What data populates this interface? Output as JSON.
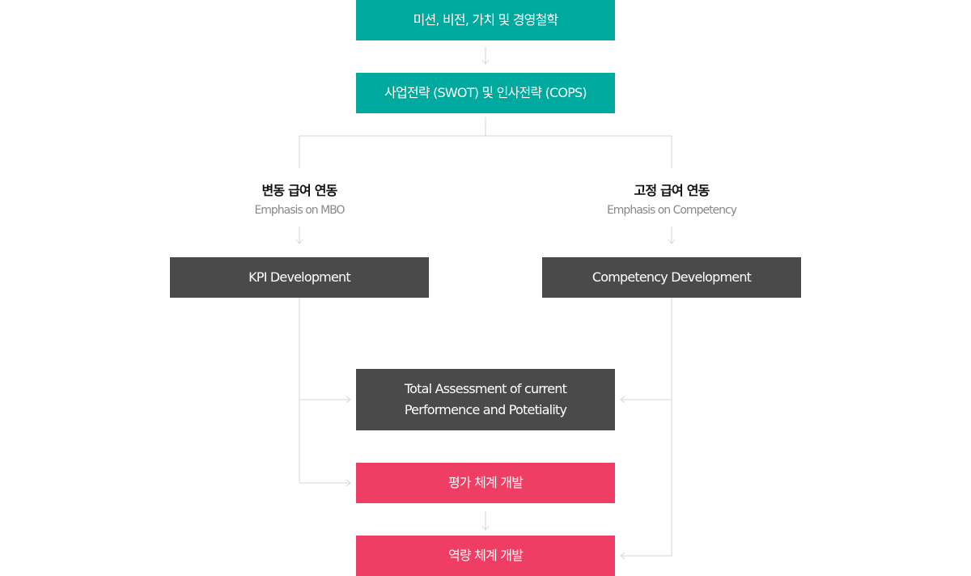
{
  "colors": {
    "teal": "#00a99d",
    "dark": "#4a4a4a",
    "pink": "#ee3e63",
    "connector": "#d6d6d6"
  },
  "top": {
    "mission": "미션, 비전, 가치 및 경영철학",
    "strategy": "사업전략 (SWOT) 및 인사전략 (COPS)"
  },
  "left_branch": {
    "title": "변동 급여 연동",
    "subtitle": "Emphasis on MBO",
    "box": "KPI Development"
  },
  "right_branch": {
    "title": "고정 급여 연동",
    "subtitle": "Emphasis on Competency",
    "box": "Competency Development"
  },
  "assessment": {
    "line1": "Total Assessment of current",
    "line2": "Performence and Potetiality"
  },
  "evaluation": "평가 체계 개발",
  "competency": "역량 체계 개발"
}
